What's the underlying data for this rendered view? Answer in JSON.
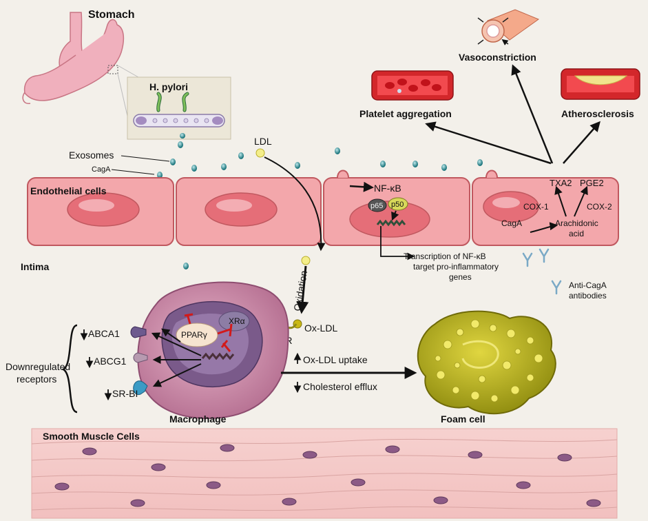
{
  "labels": {
    "stomach": "Stomach",
    "h_pylori": "H. pylori",
    "exosomes": "Exosomes",
    "caga_top": "CagA",
    "endothelial_cells": "Endothelial cells",
    "ldl": "LDL",
    "nfkb": "NF-κB",
    "p65": "p65",
    "p50": "p50",
    "transcription_1": "Transcription of NF-κB",
    "transcription_2": "target pro-inflammatory",
    "transcription_3": "genes",
    "intima": "Intima",
    "oxidation": "Oxidation",
    "ox_ldl": "Ox-LDL",
    "sr": "SR",
    "ppar": "PPARγ",
    "lxr": "XRα",
    "abca1": "ABCA1",
    "abcg1": "ABCG1",
    "srbi": "SR-BI",
    "downregulated_1": "Downregulated",
    "downregulated_2": "receptors",
    "macrophage": "Macrophage",
    "ox_ldl_uptake": "Ox-LDL uptake",
    "cholesterol_efflux": "Cholesterol efflux",
    "foam_cell": "Foam cell",
    "smooth_muscle": "Smooth Muscle Cells",
    "platelet_aggregation": "Platelet aggregation",
    "vasoconstriction": "Vasoconstriction",
    "atherosclerosis": "Atherosclerosis",
    "txa2": "TXA2",
    "pge2": "PGE2",
    "cox1": "COX-1",
    "cox2": "COX-2",
    "caga_cell": "CagA",
    "arachidonic_1": "Arachidonic",
    "arachidonic_2": "acid",
    "anti_caga_1": "Anti-CagA",
    "anti_caga_2": "antibodies"
  },
  "colors": {
    "cell_fill": "#f3a7ab",
    "cell_stroke": "#c0585f",
    "nucleus": "#e56e78",
    "exosome": "#1b7a80",
    "arrow": "#111111",
    "inhibit": "#d21a1a",
    "foam": "#b9b21a",
    "macrophage": "#c97fa0"
  }
}
